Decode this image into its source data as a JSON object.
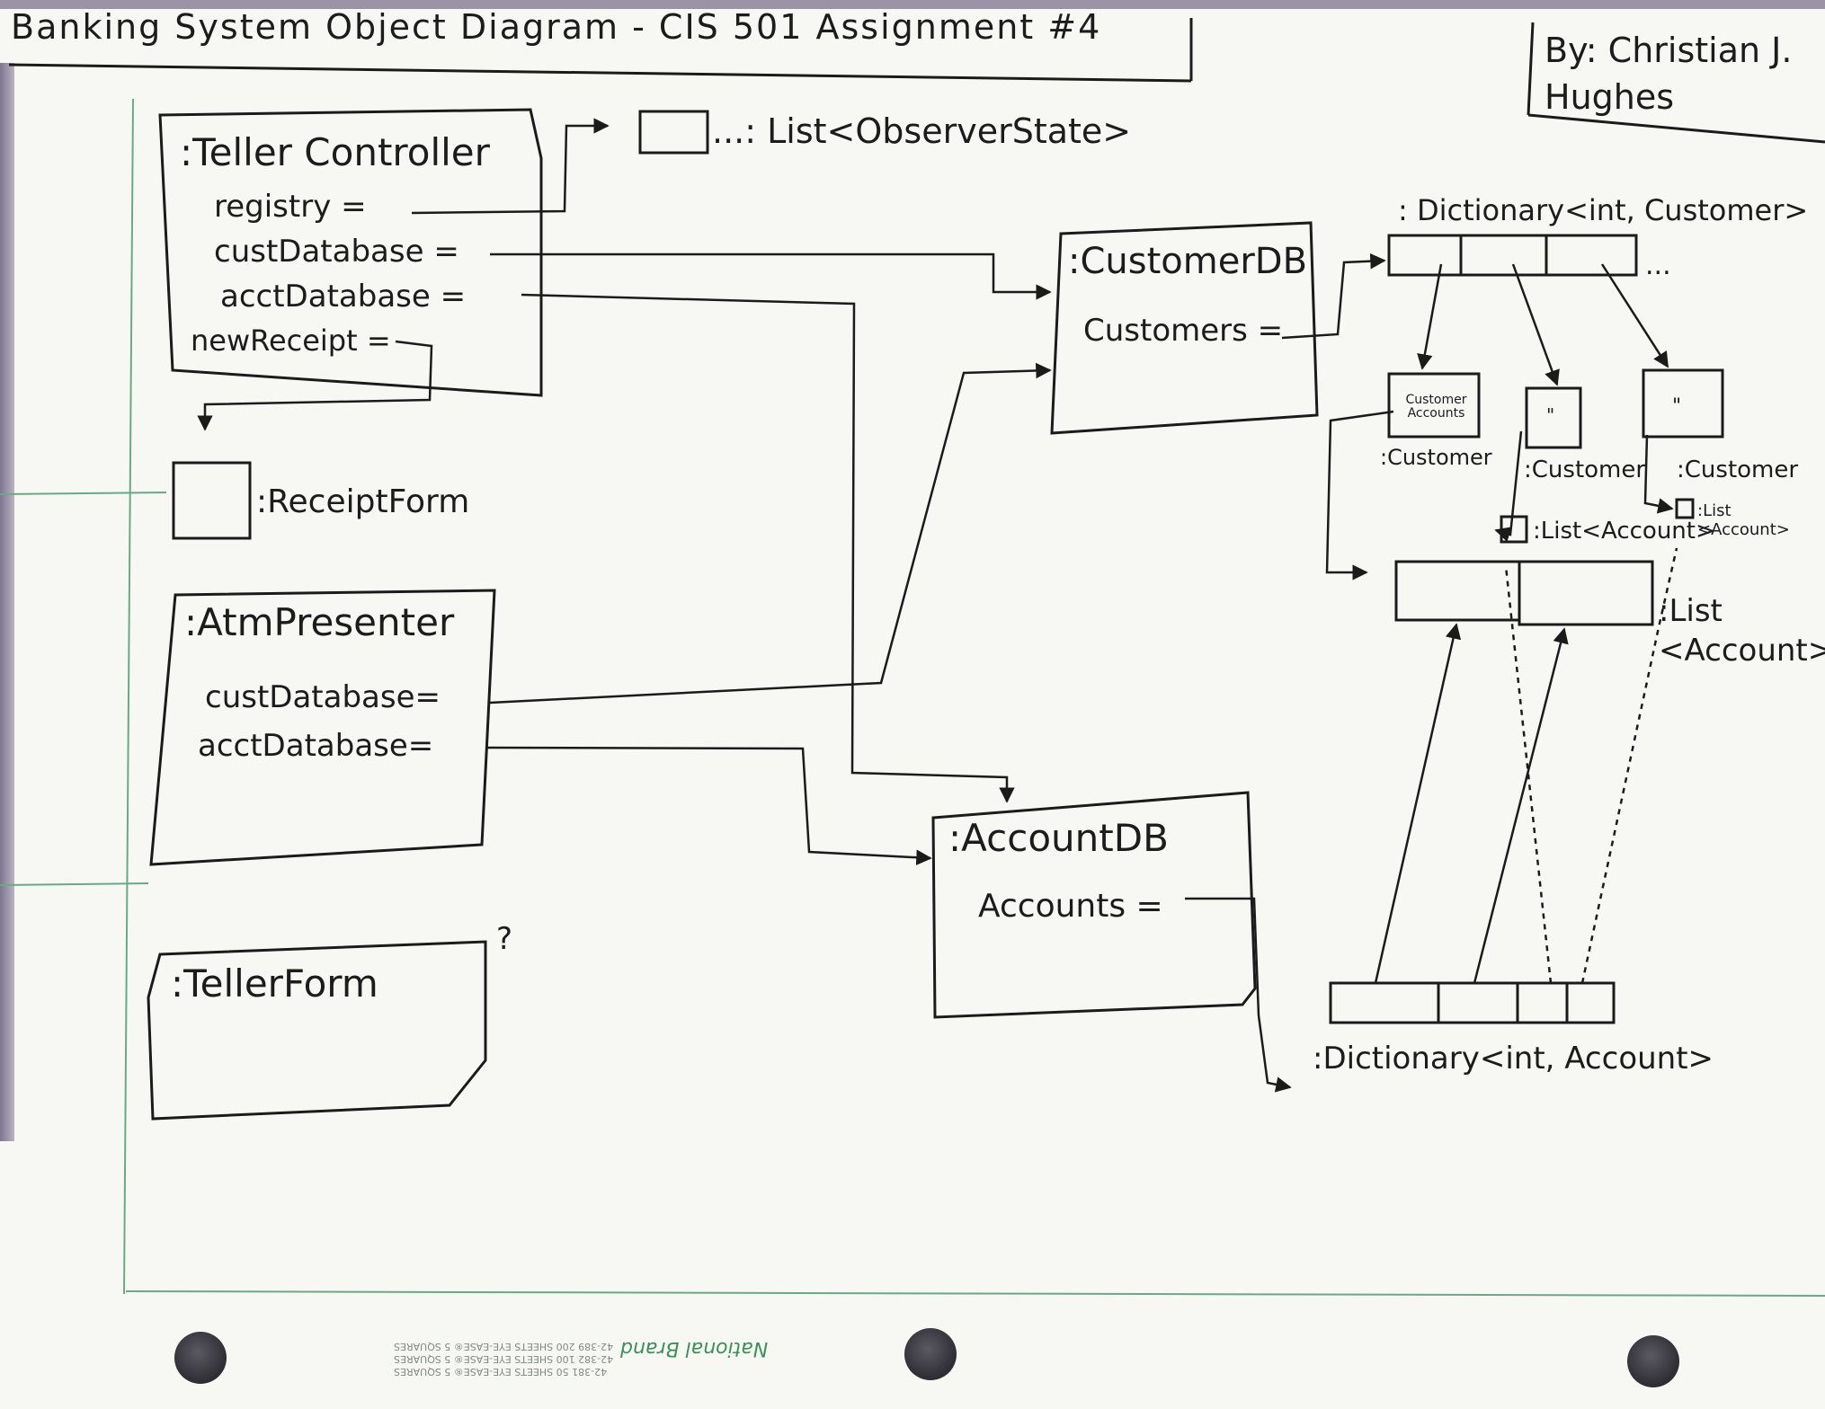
{
  "header": {
    "title": "Banking System Object Diagram - CIS 501 Assignment #4",
    "author": "By: Christian J. Hughes"
  },
  "objects": {
    "teller_controller": {
      "name": ":Teller Controller",
      "fields": [
        "registry =",
        "custDatabase =",
        "acctDatabase =",
        "newReceipt ="
      ]
    },
    "receipt_form": {
      "name": ":ReceiptForm"
    },
    "atm_presenter": {
      "name": ":AtmPresenter",
      "fields": [
        "custDatabase=",
        "acctDatabase="
      ]
    },
    "teller_form": {
      "name": ":TellerForm",
      "mark": "?"
    },
    "customer_db": {
      "name": ":CustomerDB",
      "field": "Customers ="
    },
    "account_db": {
      "name": ":AccountDB",
      "field": "Accounts ="
    },
    "observer_list": {
      "name": "...: List<ObserverState>"
    },
    "customer_dict": {
      "name": ": Dictionary<int, Customer>",
      "ellipsis": "..."
    },
    "customers": [
      {
        "inner": "Customer Accounts",
        "name": ":Customer"
      },
      {
        "inner": "\"",
        "name": ":Customer"
      },
      {
        "inner": "\"",
        "name": ":Customer"
      }
    ],
    "account_lists": {
      "small_1": ":List<Account>",
      "small_2": ":List <Account>",
      "big": ":List <Account>"
    },
    "account_dict": {
      "name": ":Dictionary<int, Account>"
    }
  },
  "footer": {
    "brand": "National Brand",
    "lines": [
      "42-381  50 SHEETS EYE-EASE® 5 SQUARES",
      "42-382 100 SHEETS EYE-EASE® 5 SQUARES",
      "42-389 200 SHEETS EYE-EASE® 5 SQUARES"
    ]
  },
  "colors": {
    "ink": "#1b1b1b",
    "paper": "#f7f7f4",
    "grid_line": "#6aa983",
    "brand": "#3f8f5a"
  }
}
